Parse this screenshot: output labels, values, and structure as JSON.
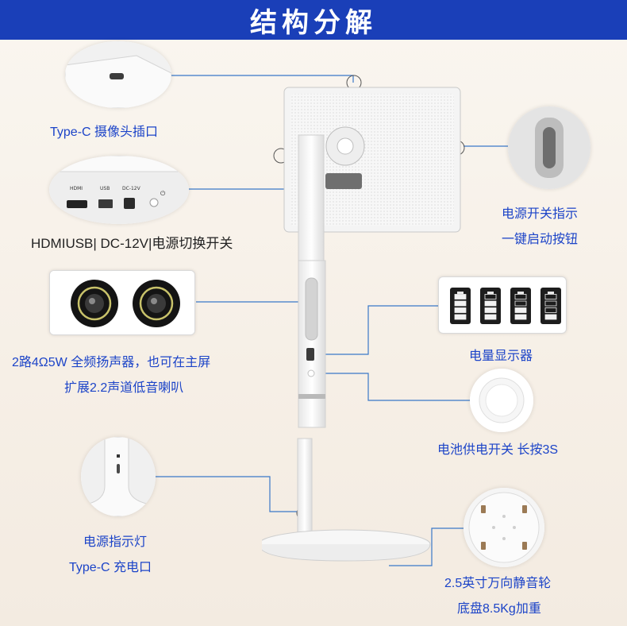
{
  "title": "结构分解",
  "labels": {
    "type_c_camera": "Type-C 摄像头插口",
    "ports": "HDMIUSB| DC-12V|电源切换开关",
    "power_indicator_line1": "电源开关指示",
    "power_indicator_line2": "一键启动按钮",
    "speaker_line1": "2路4Ω5W 全频扬声器，也可在主屏",
    "speaker_line2": "扩展2.2声道低音喇叭",
    "battery_display": "电量显示器",
    "battery_switch": "电池供电开关 长按3S",
    "power_light_line1": "电源指示灯",
    "power_light_line2": "Type-C 充电口",
    "wheels_line1": "2.5英寸万向静音轮",
    "wheels_line2": "底盘8.5Kg加重"
  },
  "port_labels": {
    "hdmi": "HDMI",
    "usb": "USB",
    "dc": "DC-12V"
  },
  "colors": {
    "banner": "#1a3fb8",
    "label_blue": "#1c44c8",
    "line": "#3a78c8"
  },
  "battery_levels": [
    1.0,
    0.75,
    0.5,
    0.25
  ]
}
